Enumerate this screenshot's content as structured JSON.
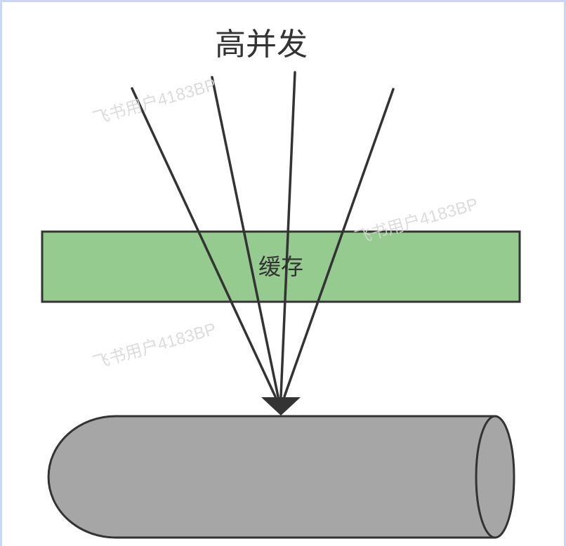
{
  "diagram": {
    "title": "高并发",
    "cache_label": "缓存",
    "cache_fill": "#96cb8f",
    "database_fill": "#a6a6a6",
    "stroke_color": "#333333",
    "arrow_count": 4
  },
  "watermarks": [
    "飞书用户4183BP",
    "飞书用户4183BP",
    "飞书用户4183BP"
  ]
}
